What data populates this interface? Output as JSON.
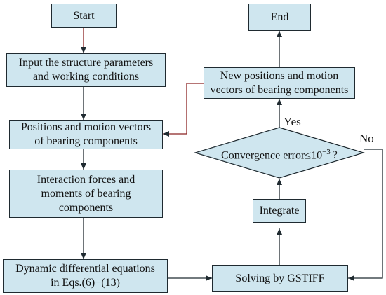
{
  "nodes": {
    "start": "Start",
    "input": [
      "Input the structure parameters",
      "and working conditions"
    ],
    "positions": [
      "Positions and motion vectors",
      "of bearing components"
    ],
    "forces": [
      "Interaction forces and",
      "moments of bearing",
      "components"
    ],
    "equations": [
      "Dynamic differential equations",
      "in Eqs.(6)−(13)"
    ],
    "solving": "Solving by GSTIFF",
    "integrate": "Integrate",
    "convergence": {
      "text": "Convergence error≤10",
      "exp": "−3",
      "suffix": "?"
    },
    "new_positions": [
      "New positions and motion",
      "vectors of bearing components"
    ],
    "end": "End"
  },
  "edge_labels": {
    "yes": "Yes",
    "no": "No"
  },
  "colors": {
    "box_fill": "#cfe6ef",
    "border": "#1f2a30",
    "feedback_line": "#8b2323"
  }
}
